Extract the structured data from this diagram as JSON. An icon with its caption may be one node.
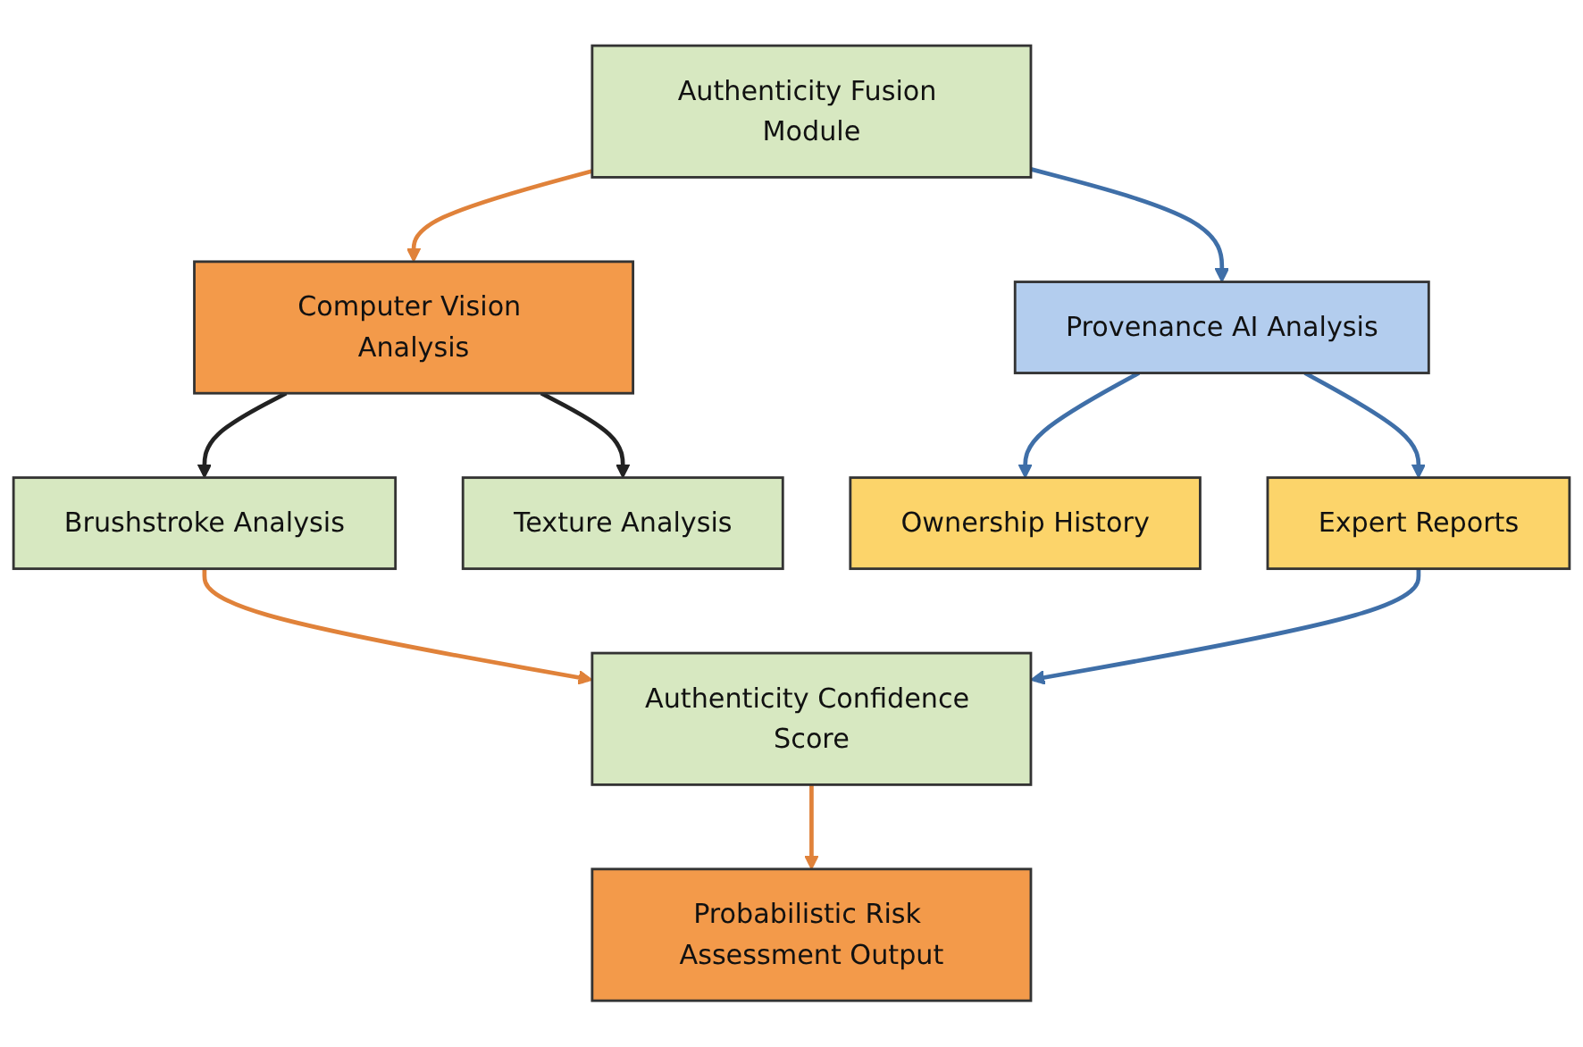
{
  "diagram": {
    "nodes": [
      {
        "text": [
          "Authenticity Fusion Module"
        ]
      },
      {
        "text": [
          "Computer Vision Analysis"
        ]
      },
      {
        "text": [
          "Provenance AI Analysis"
        ]
      },
      {
        "text": [
          "Brushstroke Analysis"
        ]
      },
      {
        "text": [
          "Texture Analysis"
        ]
      },
      {
        "text": [
          "Ownership History"
        ]
      },
      {
        "text": [
          "Expert Reports"
        ]
      },
      {
        "text": [
          "Authenticity Confidence Score"
        ]
      },
      {
        "text": [
          "Probabilistic Risk Assessment Output"
        ]
      }
    ],
    "edges": [
      {
        "from": 0,
        "to": 1,
        "arrow": "to",
        "color": "#e0823a"
      },
      {
        "from": 0,
        "to": 2,
        "arrow": "to",
        "color": "#3f6fa8"
      },
      {
        "from": 1,
        "to": 3,
        "arrow": "to",
        "color": "#222222"
      },
      {
        "from": 1,
        "to": 4,
        "arrow": "to",
        "color": "#222222"
      },
      {
        "from": 2,
        "to": 5,
        "arrow": "to",
        "color": "#3f6fa8"
      },
      {
        "from": 2,
        "to": 6,
        "arrow": "to",
        "color": "#3f6fa8"
      },
      {
        "from": 3,
        "to": 7,
        "arrow": "to",
        "color": "#e0823a"
      },
      {
        "from": 6,
        "to": 7,
        "arrow": "to",
        "color": "#3f6fa8"
      },
      {
        "from": 7,
        "to": 8,
        "arrow": "to",
        "color": "#e0823a"
      }
    ]
  }
}
